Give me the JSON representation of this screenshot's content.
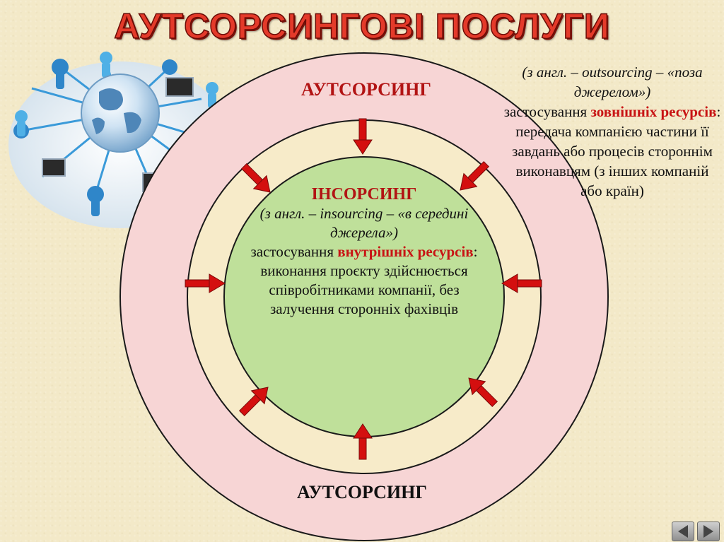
{
  "slide": {
    "title": "АУТСОРСИНГОВІ ПОСЛУГИ"
  },
  "outer_ring": {
    "label_top": "АУТСОРСИНГ",
    "label_bottom": "АУТСОРСИНГ",
    "fill_color": "#f7d5d5"
  },
  "inner_circle": {
    "heading": "ІНСОРСИНГ",
    "definition": "(з англ. – insourcing – «в середині джерела»)",
    "text_before": "застосування",
    "highlight": "внутрішніх ресурсів",
    "text_after": ": виконання проєкту здійснюється співробітниками компанії, без залучення сторонніх фахівців",
    "fill_color": "#bfe09a"
  },
  "side_note": {
    "definition": "(з англ. – outsourcing – «поза джерелом»)",
    "text_before": "застосування",
    "highlight": "зовнішніх ресурсів",
    "text_after": ": передача компанією частини її завдань або процесів стороннім виконавцям (з інших компаній або країн)"
  },
  "network_image": {
    "icon": "globe-network-icon"
  },
  "navigation": {
    "prev_icon": "arrow-left-icon",
    "next_icon": "arrow-right-icon"
  },
  "colors": {
    "title": "#e43a2a",
    "arrow": "#d40f0f",
    "highlight": "#c81414"
  }
}
